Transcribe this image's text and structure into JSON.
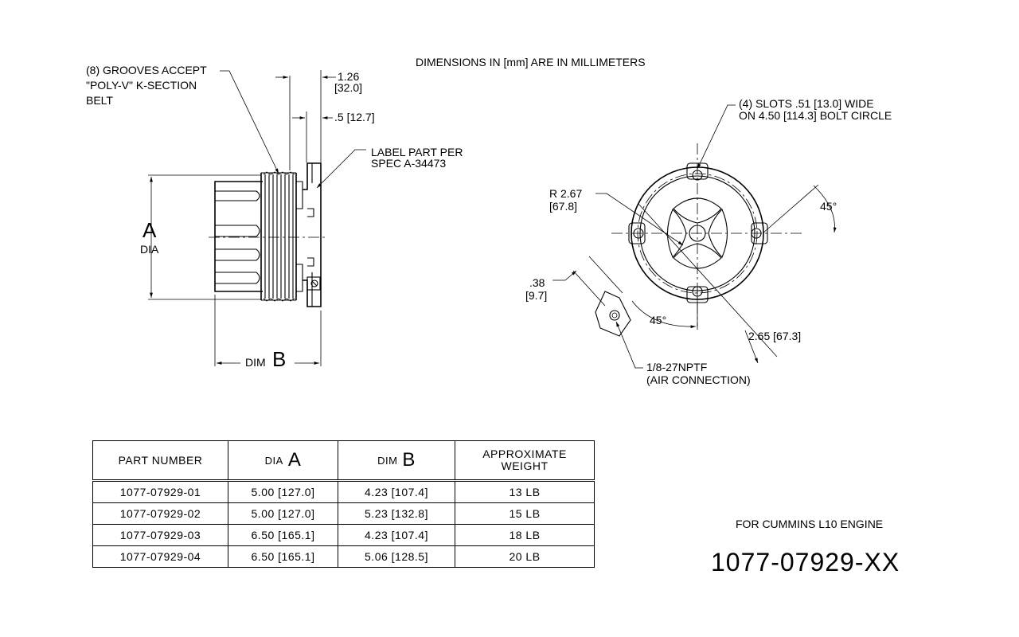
{
  "notes": {
    "dimensions_note": "DIMENSIONS IN [mm] ARE IN MILLIMETERS",
    "grooves_line1": "(8) GROOVES ACCEPT",
    "grooves_line2": "\"POLY-V\" K-SECTION",
    "grooves_line3": "BELT",
    "dim_126": "1.26",
    "dim_320": "[32.0]",
    "dim_05": ".5 [12.7]",
    "label_line1": "LABEL PART PER",
    "label_line2": "SPEC A-34473",
    "dia_letter": "A",
    "dia_word": "DIA",
    "dimb_word": "DIM",
    "dimb_letter": "B",
    "slots_line1": "(4) SLOTS .51 [13.0] WIDE",
    "slots_line2": "ON 4.50 [114.3] BOLT CIRCLE",
    "radius_line1": "R 2.67",
    "radius_line2": "[67.8]",
    "angle_45_right": "45°",
    "angle_45_bottom": "45°",
    "dim_038": ".38",
    "dim_97": "[9.7]",
    "dim_265": "2.65 [67.3]",
    "air_line1": "1/8-27NPTF",
    "air_line2": "(AIR CONNECTION)",
    "engine": "FOR CUMMINS L10 ENGINE",
    "part_number": "1077-07929-XX"
  },
  "table": {
    "headers": {
      "part_number": "PART NUMBER",
      "dia_word": "DIA",
      "dia_letter": "A",
      "dim_word": "DIM",
      "dim_letter": "B",
      "weight_line1": "APPROXIMATE",
      "weight_line2": "WEIGHT"
    },
    "rows": [
      {
        "part": "1077-07929-01",
        "dia": "5.00 [127.0]",
        "dim": "4.23 [107.4]",
        "weight": "13 LB"
      },
      {
        "part": "1077-07929-02",
        "dia": "5.00 [127.0]",
        "dim": "5.23 [132.8]",
        "weight": "15 LB"
      },
      {
        "part": "1077-07929-03",
        "dia": "6.50 [165.1]",
        "dim": "4.23 [107.4]",
        "weight": "18 LB"
      },
      {
        "part": "1077-07929-04",
        "dia": "6.50 [165.1]",
        "dim": "5.06 [128.5]",
        "weight": "20 LB"
      }
    ]
  }
}
